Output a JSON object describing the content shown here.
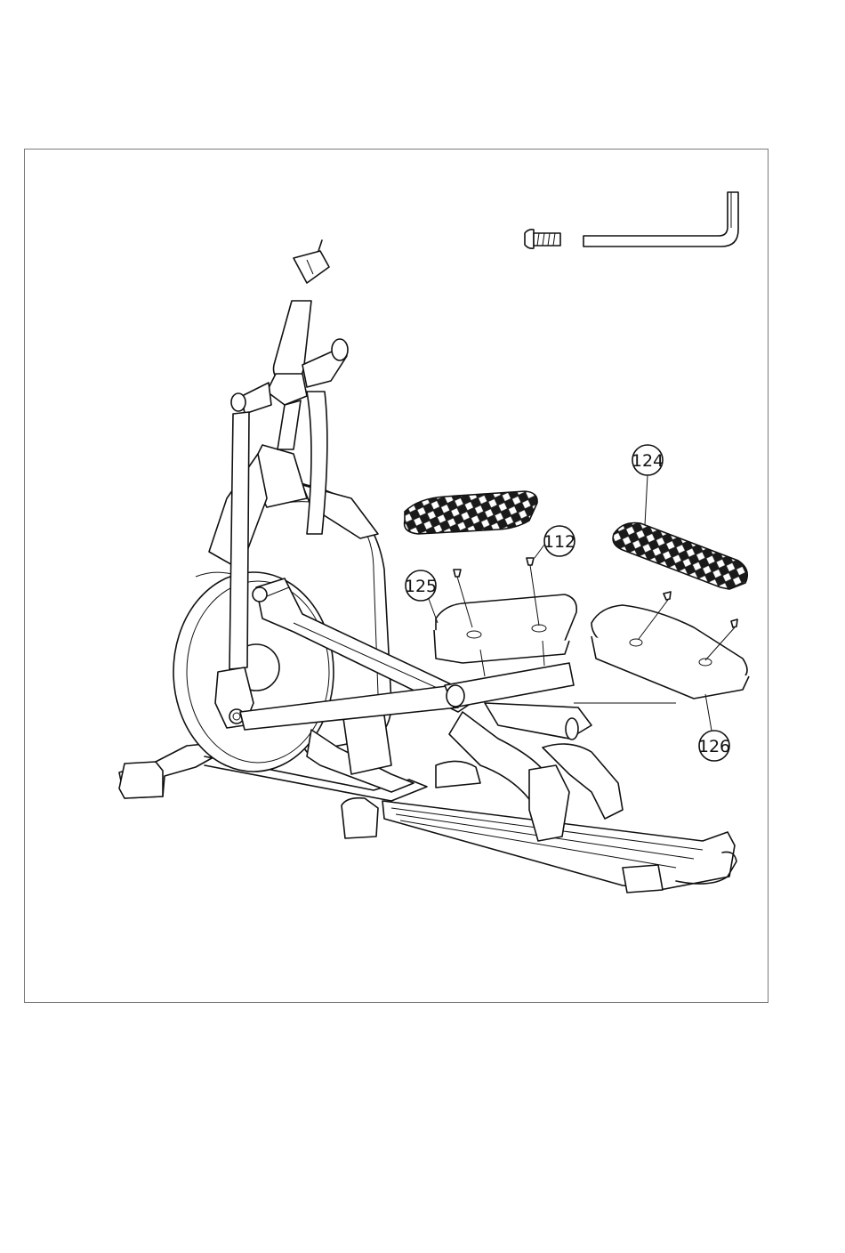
{
  "diagram": {
    "callouts": [
      {
        "id": "124",
        "label": "124"
      },
      {
        "id": "112",
        "label": "112"
      },
      {
        "id": "125",
        "label": "125"
      },
      {
        "id": "126",
        "label": "126"
      }
    ],
    "tools": [
      "button-head-bolt",
      "allen-key"
    ],
    "colors": {
      "line": "#111111",
      "frame": "#7a7a7a",
      "background": "#ffffff",
      "tread": "#1a1a1a"
    }
  }
}
